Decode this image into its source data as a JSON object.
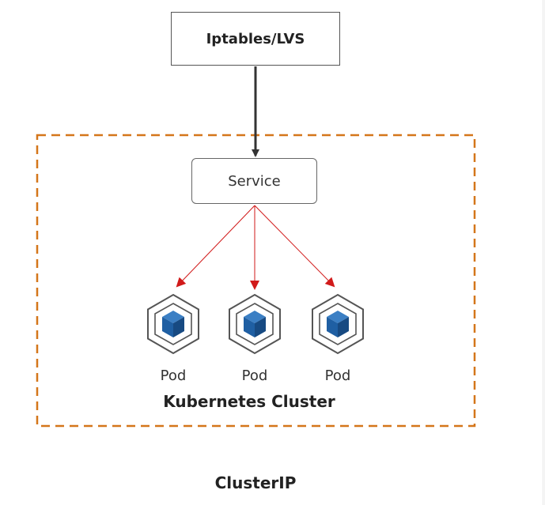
{
  "nodes": {
    "lvs_label": "Iptables/LVS",
    "service_label": "Service",
    "pods": [
      {
        "label": "Pod"
      },
      {
        "label": "Pod"
      },
      {
        "label": "Pod"
      }
    ]
  },
  "cluster": {
    "label": "Kubernetes Cluster",
    "border_color": "#d4761a"
  },
  "caption": "ClusterIP",
  "colors": {
    "arrow_main": "#333333",
    "arrow_pods": "#d11a1a",
    "pod_cube": "#1f5fa3",
    "pod_outline": "#555555"
  }
}
